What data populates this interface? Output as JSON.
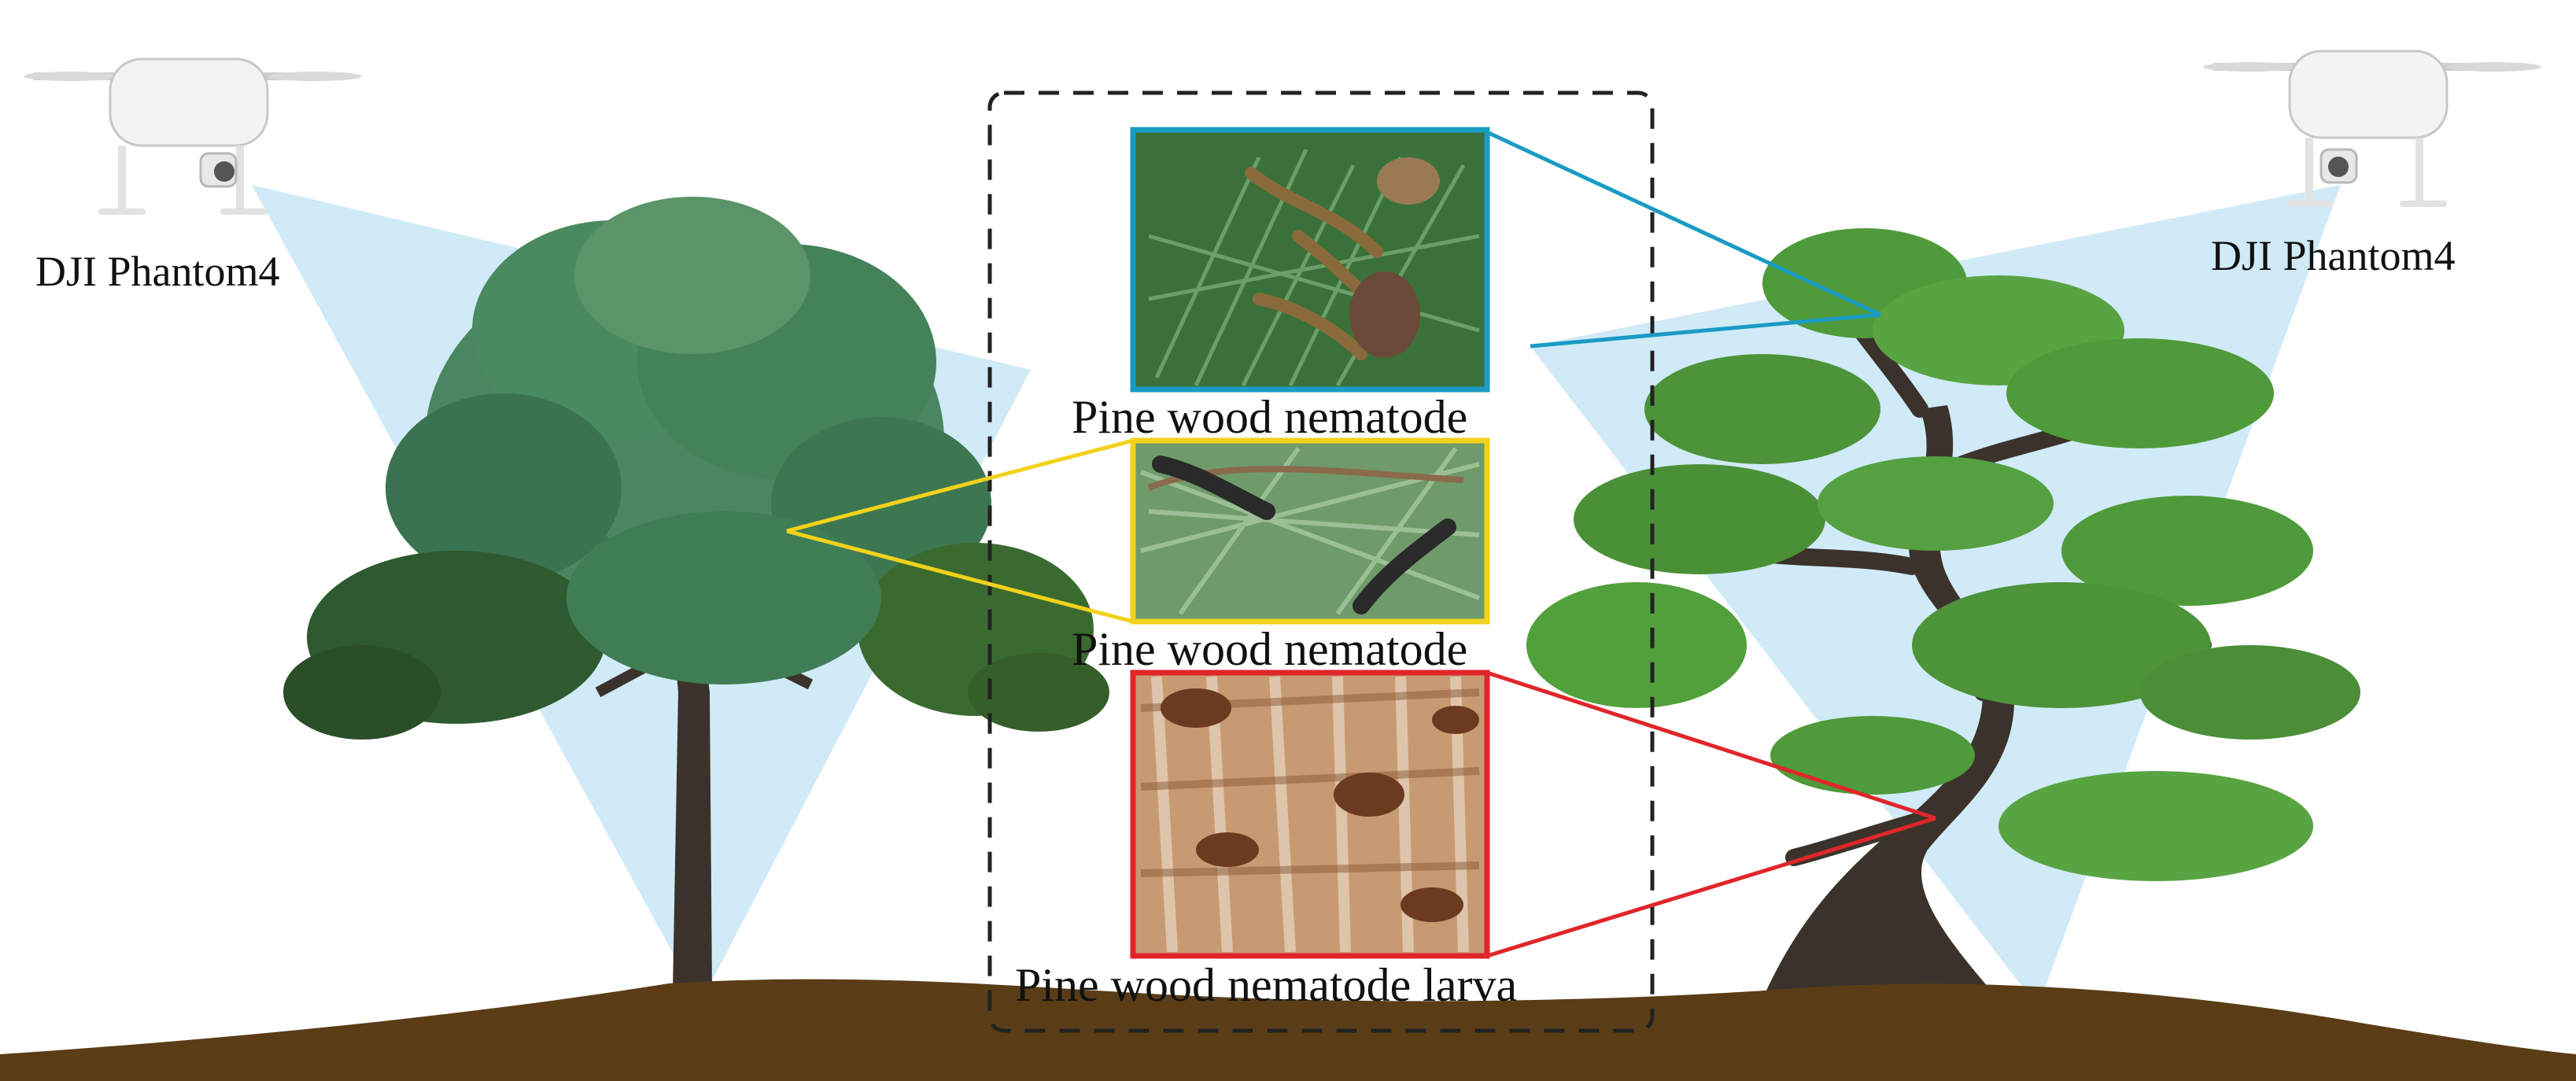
{
  "drones": [
    {
      "label": "DJI Phantom4"
    },
    {
      "label": "DJI Phantom4"
    }
  ],
  "panels": [
    {
      "label": "Pine wood nematode",
      "border_color": "#1a9bc4"
    },
    {
      "label": "Pine wood nematode",
      "border_color": "#f2d21b"
    },
    {
      "label": "Pine wood nematode larva",
      "border_color": "#e0262a"
    }
  ],
  "colors": {
    "ground": "#5a3d17",
    "camera_beam": "#a9d8f0",
    "foliage": "#3f7d55",
    "trunk": "#3b332b",
    "bonsai_foliage": "#4f9a3a"
  }
}
